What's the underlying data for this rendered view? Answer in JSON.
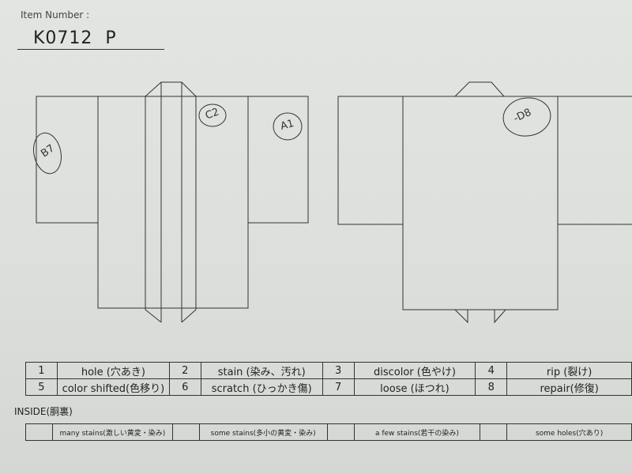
{
  "header": {
    "item_label": "Item Number :",
    "item_number": "K0712  P"
  },
  "annotations": {
    "b7": "B7",
    "c2": "C2",
    "a1": "A1",
    "d8": "-D8"
  },
  "defect_table": {
    "rows": [
      [
        {
          "num": "1",
          "label": "hole (穴あき)"
        },
        {
          "num": "2",
          "label": "stain (染み、汚れ)"
        },
        {
          "num": "3",
          "label": "discolor (色やけ)"
        },
        {
          "num": "4",
          "label": "rip (裂け)"
        }
      ],
      [
        {
          "num": "5",
          "label": "color shifted(色移り)"
        },
        {
          "num": "6",
          "label": "scratch (ひっかき傷)"
        },
        {
          "num": "7",
          "label": "loose (ほつれ)"
        },
        {
          "num": "8",
          "label": "repair(修復)"
        }
      ]
    ]
  },
  "inside": {
    "title": "INSIDE(胴裏)",
    "items": [
      "many stains(激しい黄変・染み)",
      "some stains(多小の黄変・染み)",
      "a few stains(若干の染み)",
      "some holes(穴あり)"
    ]
  }
}
